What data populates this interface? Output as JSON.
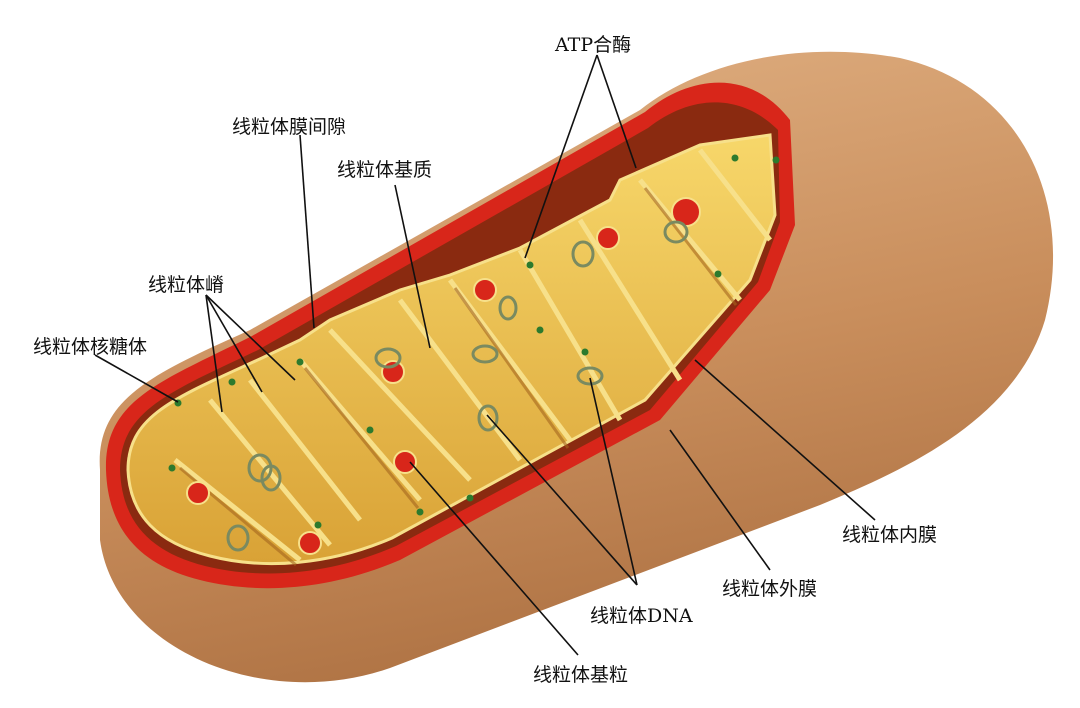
{
  "labels": {
    "atp_synthase": "ATP合酶",
    "intermembrane_space": "线粒体膜间隙",
    "matrix": "线粒体基质",
    "cristae": "线粒体嵴",
    "ribosome": "线粒体核糖体",
    "inner_membrane": "线粒体内膜",
    "outer_membrane": "线粒体外膜",
    "dna": "线粒体DNA",
    "granule": "线粒体基粒"
  },
  "colors": {
    "outer": "#c98e5c",
    "membrane": "#d8261a",
    "matrix": "#f2c84c",
    "crista_edge": "#f7e08a"
  }
}
